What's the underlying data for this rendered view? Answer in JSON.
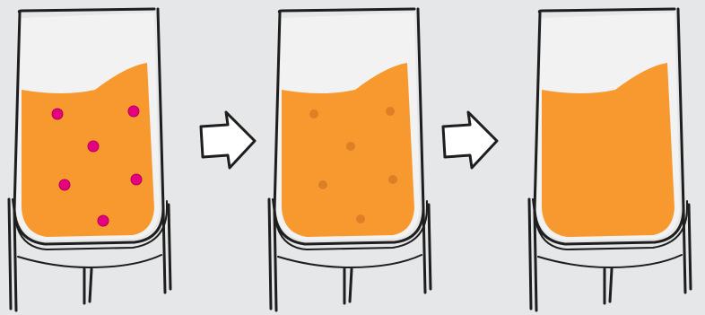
{
  "colors": {
    "background": "#e6e7e8",
    "liquid": "#f7992e",
    "outline": "#1e1e1e",
    "glass_interior": "#f2f2f2",
    "arrow_fill": "#ffffff",
    "dots_stage_1": "#e6007e",
    "dots_stage_2": "#dc7f26"
  },
  "stages": [
    {
      "name": "stage-1",
      "dot_icon": "particle-dot-icon",
      "has_dots": true
    },
    {
      "name": "stage-2",
      "dot_icon": "faded-particle-dot-icon",
      "has_dots": true
    },
    {
      "name": "stage-3",
      "has_dots": false
    }
  ],
  "arrows": [
    {
      "name": "arrow-1",
      "icon": "right-arrow-icon"
    },
    {
      "name": "arrow-2",
      "icon": "right-arrow-icon"
    }
  ]
}
